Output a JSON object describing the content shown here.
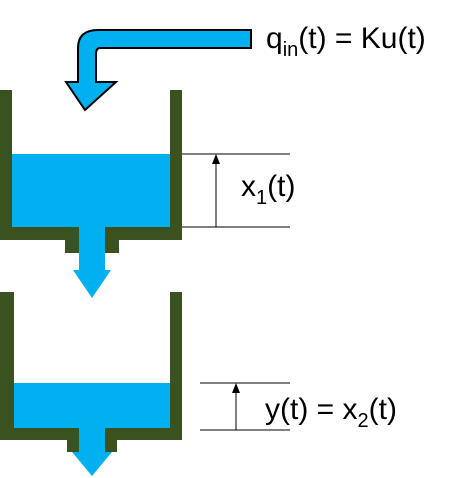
{
  "colors": {
    "water": "#00b0f0",
    "tank_wall": "#3a5220",
    "line": "#000000",
    "background": "#ffffff"
  },
  "labels": {
    "inflow": {
      "base": "q",
      "sub": "in",
      "rest": "(t) = Ku(t)"
    },
    "level1": {
      "base": "x",
      "sub": "1",
      "rest": "(t)"
    },
    "output": {
      "base": "y(t) = x",
      "sub": "2",
      "rest": "(t)"
    }
  }
}
